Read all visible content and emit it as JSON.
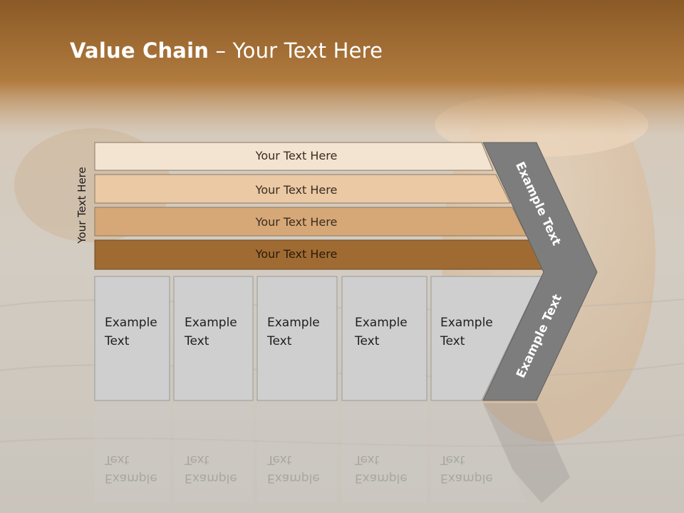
{
  "title": {
    "bold": "Value Chain",
    "rest": " – Your Text Here"
  },
  "side_label": "Your Text Here",
  "bars": [
    {
      "label": "Your Text Here",
      "color": "#f3e3d1"
    },
    {
      "label": "Your Text Here",
      "color": "#ebc9a4"
    },
    {
      "label": "Your Text Here",
      "color": "#d6a877"
    },
    {
      "label": "Your Text Here",
      "color": "#a06b33"
    }
  ],
  "cells": [
    {
      "line1": "Example",
      "line2": "Text"
    },
    {
      "line1": "Example",
      "line2": "Text"
    },
    {
      "line1": "Example",
      "line2": "Text"
    },
    {
      "line1": "Example",
      "line2": "Text"
    },
    {
      "line1": "Example",
      "line2": "Text"
    }
  ],
  "chevron": {
    "upper": "Example Text",
    "lower": "Example Text",
    "color": "#7d7d7d"
  },
  "colors": {
    "header": "#a5723a",
    "cell_fill": "#cfcfcf",
    "cell_border": "#9a9a9a"
  }
}
